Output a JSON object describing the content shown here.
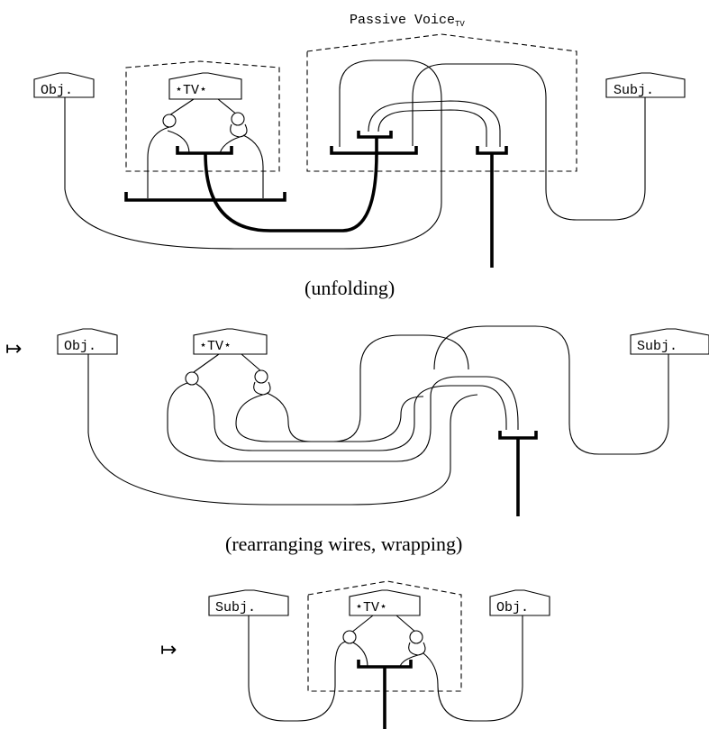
{
  "passive_voice": {
    "label": "Passive Voice",
    "subscript": "TV"
  },
  "boxes": {
    "obj": "Obj.",
    "subj": "Subj.",
    "tv": "⋆TV⋆"
  },
  "steps": {
    "unfolding": "(unfolding)",
    "rearranging": "(rearranging wires, wrapping)"
  },
  "arrow": "↦"
}
